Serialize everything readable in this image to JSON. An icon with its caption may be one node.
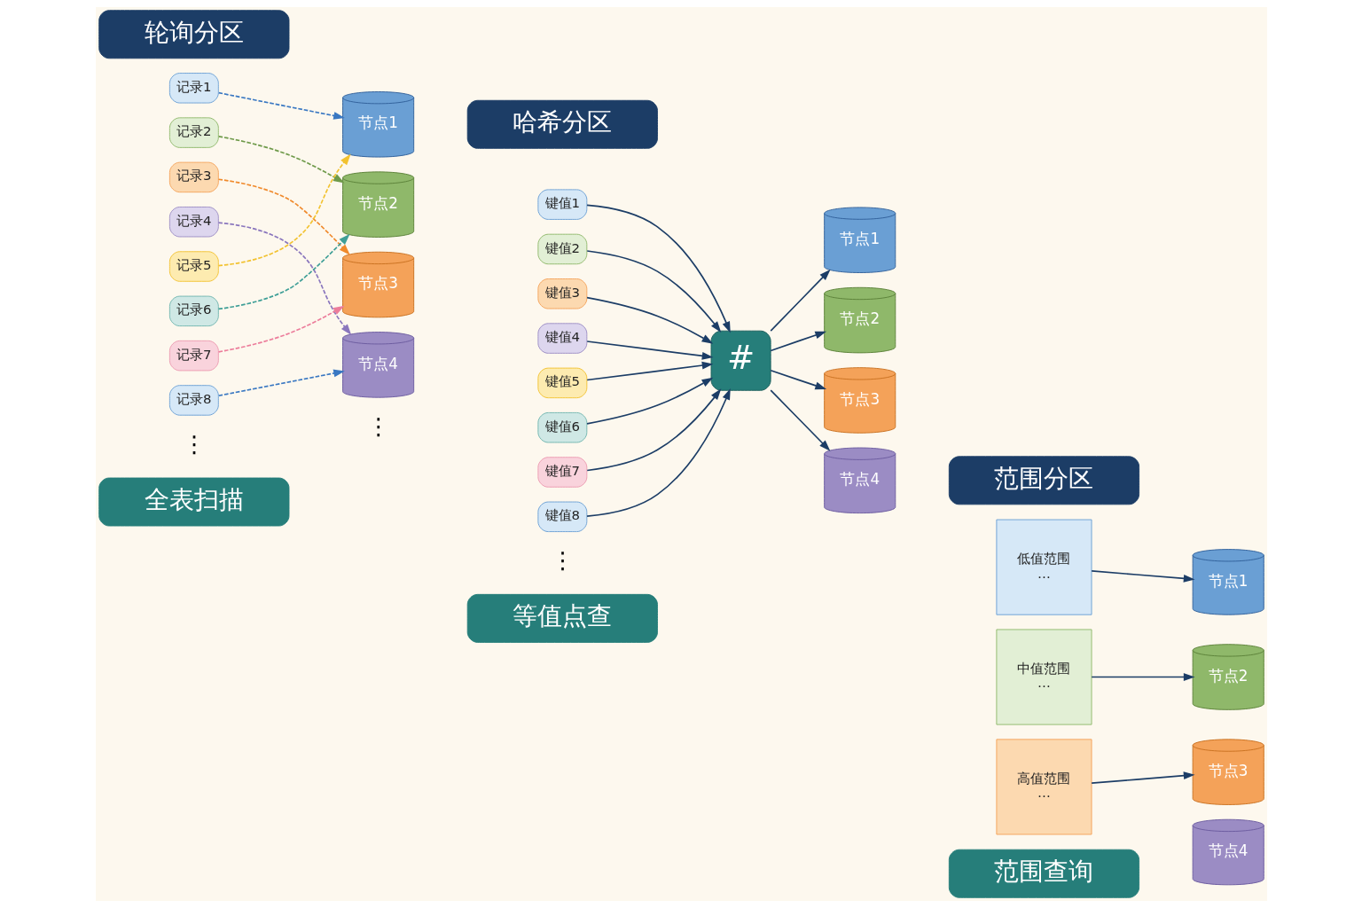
{
  "diagram": {
    "nodes": [
      {
        "text": [
          "轮询分区"
        ]
      },
      {
        "text": [
          "记录1"
        ]
      },
      {
        "text": [
          "记录2"
        ]
      },
      {
        "text": [
          "记录3"
        ]
      },
      {
        "text": [
          "记录4"
        ]
      },
      {
        "text": [
          "记录5"
        ]
      },
      {
        "text": [
          "记录6"
        ]
      },
      {
        "text": [
          "记录7"
        ]
      },
      {
        "text": [
          "记录8"
        ]
      },
      {
        "text": [
          "节点1"
        ]
      },
      {
        "text": [
          "节点2"
        ]
      },
      {
        "text": [
          "节点3"
        ]
      },
      {
        "text": [
          "节点4"
        ]
      },
      {
        "text": [
          "全表扫描"
        ]
      },
      {
        "text": [
          "哈希分区"
        ]
      },
      {
        "text": [
          "键值1"
        ]
      },
      {
        "text": [
          "键值2"
        ]
      },
      {
        "text": [
          "键值3"
        ]
      },
      {
        "text": [
          "键值4"
        ]
      },
      {
        "text": [
          "键值5"
        ]
      },
      {
        "text": [
          "键值6"
        ]
      },
      {
        "text": [
          "键值7"
        ]
      },
      {
        "text": [
          "键值8"
        ]
      },
      {
        "text": [
          "#"
        ]
      },
      {
        "text": [
          "节点1"
        ]
      },
      {
        "text": [
          "节点2"
        ]
      },
      {
        "text": [
          "节点3"
        ]
      },
      {
        "text": [
          "节点4"
        ]
      },
      {
        "text": [
          "等值点查"
        ]
      },
      {
        "text": [
          "范围分区"
        ]
      },
      {
        "text": [
          "低值范围",
          "…"
        ]
      },
      {
        "text": [
          "中值范围",
          "…"
        ]
      },
      {
        "text": [
          "高值范围",
          "…"
        ]
      },
      {
        "text": [
          "节点1"
        ]
      },
      {
        "text": [
          "节点2"
        ]
      },
      {
        "text": [
          "节点3"
        ]
      },
      {
        "text": [
          "节点4"
        ]
      },
      {
        "text": [
          "范围查询"
        ]
      }
    ],
    "edges": [
      {
        "from": 1,
        "to": 9,
        "arrow": "to",
        "style": "dashed",
        "color": "#3a78c2"
      },
      {
        "from": 2,
        "to": 10,
        "arrow": "to",
        "style": "dashed",
        "color": "#6f9a4a"
      },
      {
        "from": 3,
        "to": 11,
        "arrow": "to",
        "style": "dashed",
        "color": "#f08a2c"
      },
      {
        "from": 4,
        "to": 12,
        "arrow": "to",
        "style": "dashed",
        "color": "#8a76bd"
      },
      {
        "from": 5,
        "to": 9,
        "arrow": "to",
        "style": "dashed",
        "color": "#f2c230"
      },
      {
        "from": 6,
        "to": 10,
        "arrow": "to",
        "style": "dashed",
        "color": "#3f9f97"
      },
      {
        "from": 7,
        "to": 11,
        "arrow": "to",
        "style": "dashed",
        "color": "#ec7d9b"
      },
      {
        "from": 8,
        "to": 12,
        "arrow": "to",
        "style": "dashed",
        "color": "#3a78c2"
      },
      {
        "from": 15,
        "to": 23,
        "arrow": "to"
      },
      {
        "from": 16,
        "to": 23,
        "arrow": "to"
      },
      {
        "from": 17,
        "to": 23,
        "arrow": "to"
      },
      {
        "from": 18,
        "to": 23,
        "arrow": "to"
      },
      {
        "from": 19,
        "to": 23,
        "arrow": "to"
      },
      {
        "from": 20,
        "to": 23,
        "arrow": "to"
      },
      {
        "from": 21,
        "to": 23,
        "arrow": "to"
      },
      {
        "from": 22,
        "to": 23,
        "arrow": "to"
      },
      {
        "from": 23,
        "to": 24,
        "arrow": "to"
      },
      {
        "from": 23,
        "to": 25,
        "arrow": "to"
      },
      {
        "from": 23,
        "to": 26,
        "arrow": "to"
      },
      {
        "from": 23,
        "to": 27,
        "arrow": "to"
      },
      {
        "from": 30,
        "to": 33,
        "arrow": "to"
      },
      {
        "from": 31,
        "to": 34,
        "arrow": "to"
      },
      {
        "from": 32,
        "to": 35,
        "arrow": "to"
      }
    ],
    "labels": [
      "⋮",
      "⋮",
      "⋮"
    ]
  }
}
